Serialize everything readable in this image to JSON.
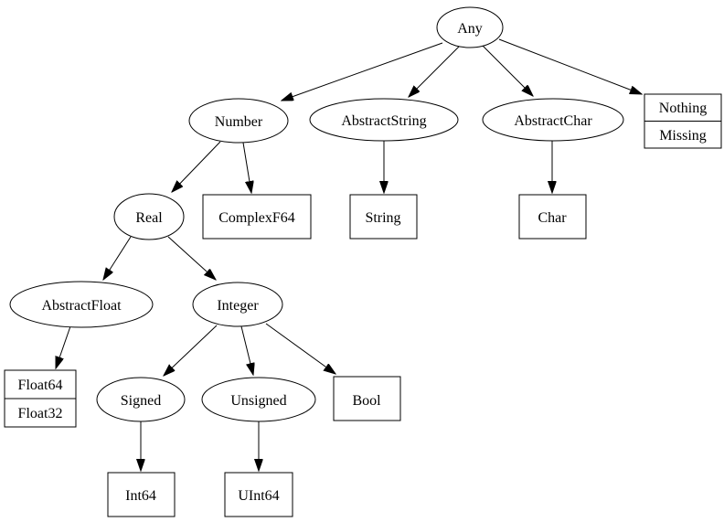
{
  "diagram": {
    "type": "type-hierarchy-graph",
    "colors": {
      "background": "#ffffff",
      "node_fill": "#ffffff",
      "node_stroke": "#000000",
      "text": "#000000",
      "edge": "#000000"
    },
    "nodes": {
      "any": {
        "label": "Any",
        "shape": "ellipse"
      },
      "number": {
        "label": "Number",
        "shape": "ellipse"
      },
      "abstract_string": {
        "label": "AbstractString",
        "shape": "ellipse"
      },
      "abstract_char": {
        "label": "AbstractChar",
        "shape": "ellipse"
      },
      "nothing_missing": {
        "top": "Nothing",
        "bottom": "Missing",
        "shape": "record"
      },
      "real": {
        "label": "Real",
        "shape": "ellipse"
      },
      "complexf64": {
        "label": "ComplexF64",
        "shape": "box"
      },
      "string": {
        "label": "String",
        "shape": "box"
      },
      "char": {
        "label": "Char",
        "shape": "box"
      },
      "abstract_float": {
        "label": "AbstractFloat",
        "shape": "ellipse"
      },
      "integer": {
        "label": "Integer",
        "shape": "ellipse"
      },
      "float64_float32": {
        "top": "Float64",
        "bottom": "Float32",
        "shape": "record"
      },
      "signed": {
        "label": "Signed",
        "shape": "ellipse"
      },
      "unsigned": {
        "label": "Unsigned",
        "shape": "ellipse"
      },
      "bool": {
        "label": "Bool",
        "shape": "box"
      },
      "int64": {
        "label": "Int64",
        "shape": "box"
      },
      "uint64": {
        "label": "UInt64",
        "shape": "box"
      }
    },
    "edges": [
      {
        "from": "Any",
        "to": "Number"
      },
      {
        "from": "Any",
        "to": "AbstractString"
      },
      {
        "from": "Any",
        "to": "AbstractChar"
      },
      {
        "from": "Any",
        "to": "Nothing/Missing"
      },
      {
        "from": "Number",
        "to": "Real"
      },
      {
        "from": "Number",
        "to": "ComplexF64"
      },
      {
        "from": "AbstractString",
        "to": "String"
      },
      {
        "from": "AbstractChar",
        "to": "Char"
      },
      {
        "from": "Real",
        "to": "AbstractFloat"
      },
      {
        "from": "Real",
        "to": "Integer"
      },
      {
        "from": "AbstractFloat",
        "to": "Float64/Float32"
      },
      {
        "from": "Integer",
        "to": "Signed"
      },
      {
        "from": "Integer",
        "to": "Unsigned"
      },
      {
        "from": "Integer",
        "to": "Bool"
      },
      {
        "from": "Signed",
        "to": "Int64"
      },
      {
        "from": "Unsigned",
        "to": "UInt64"
      }
    ]
  }
}
